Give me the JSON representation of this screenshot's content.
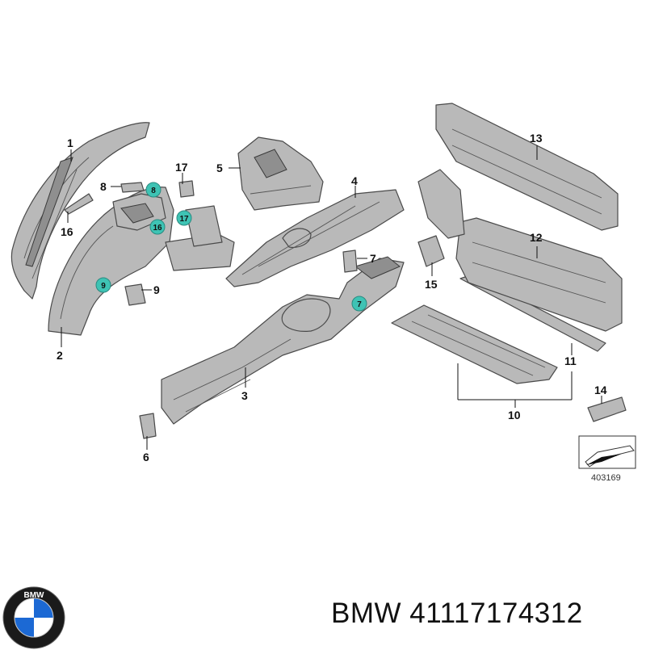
{
  "callouts": [
    "1",
    "2",
    "3",
    "4",
    "5",
    "6",
    "7",
    "8",
    "9",
    "10",
    "11",
    "12",
    "13",
    "14",
    "15",
    "16",
    "17"
  ],
  "markers": [
    "8",
    "16",
    "17",
    "9",
    "7"
  ],
  "reference_number": "403169",
  "caption": {
    "brand": "BMW",
    "part_number": "41117174312"
  },
  "logo_text": "BMW",
  "colors": {
    "marker": "#3ec3b4",
    "part": "#b9b9b9",
    "logo_blue": "#1c69d4"
  }
}
